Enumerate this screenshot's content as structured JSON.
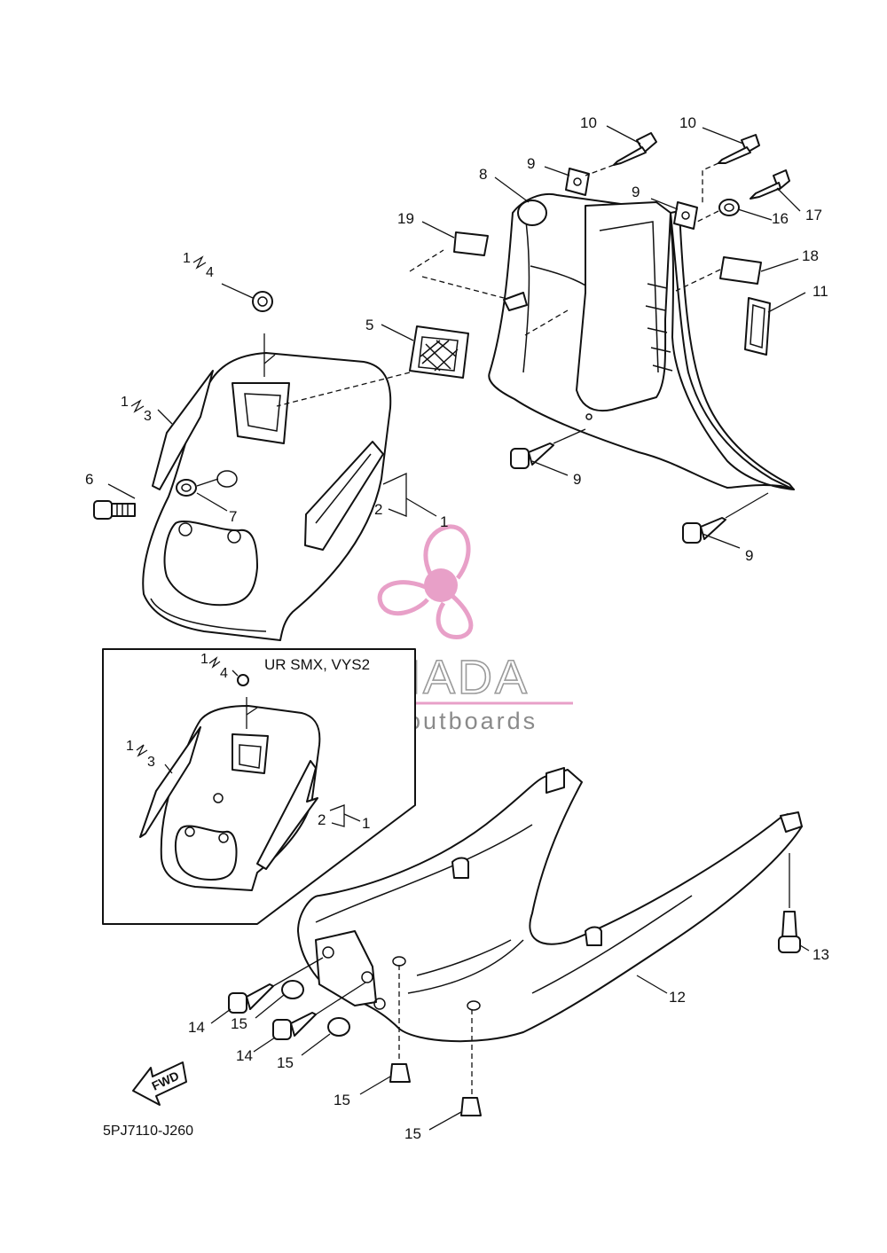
{
  "diagram_code": "5PJ7110-J260",
  "inset": {
    "title": "UR SMX, VYS2"
  },
  "fwd_arrow": {
    "label": "FWD"
  },
  "watermark": {
    "name": "ARMADA",
    "tagline": "marine outboards",
    "logo_color": "#e8a0c8"
  },
  "callouts": {
    "c1": "1",
    "c2": "2",
    "c3": "3",
    "c4": "4",
    "c5": "5",
    "c6": "6",
    "c7": "7",
    "c8": "8",
    "c9a": "9",
    "c9b": "9",
    "c9c": "9",
    "c9d": "9",
    "c10a": "10",
    "c10b": "10",
    "c11": "11",
    "c12": "12",
    "c13": "13",
    "c14a": "14",
    "c14b": "14",
    "c15a": "15",
    "c15b": "15",
    "c15c": "15",
    "c15d": "15",
    "c16": "16",
    "c17": "17",
    "c18": "18",
    "c19": "19",
    "s1_4": "1",
    "s4": "4",
    "s1_3": "1",
    "s3": "3",
    "i1_4": "1",
    "i4": "4",
    "i1_3": "1",
    "i3": "3",
    "i2": "2",
    "i1": "1"
  }
}
